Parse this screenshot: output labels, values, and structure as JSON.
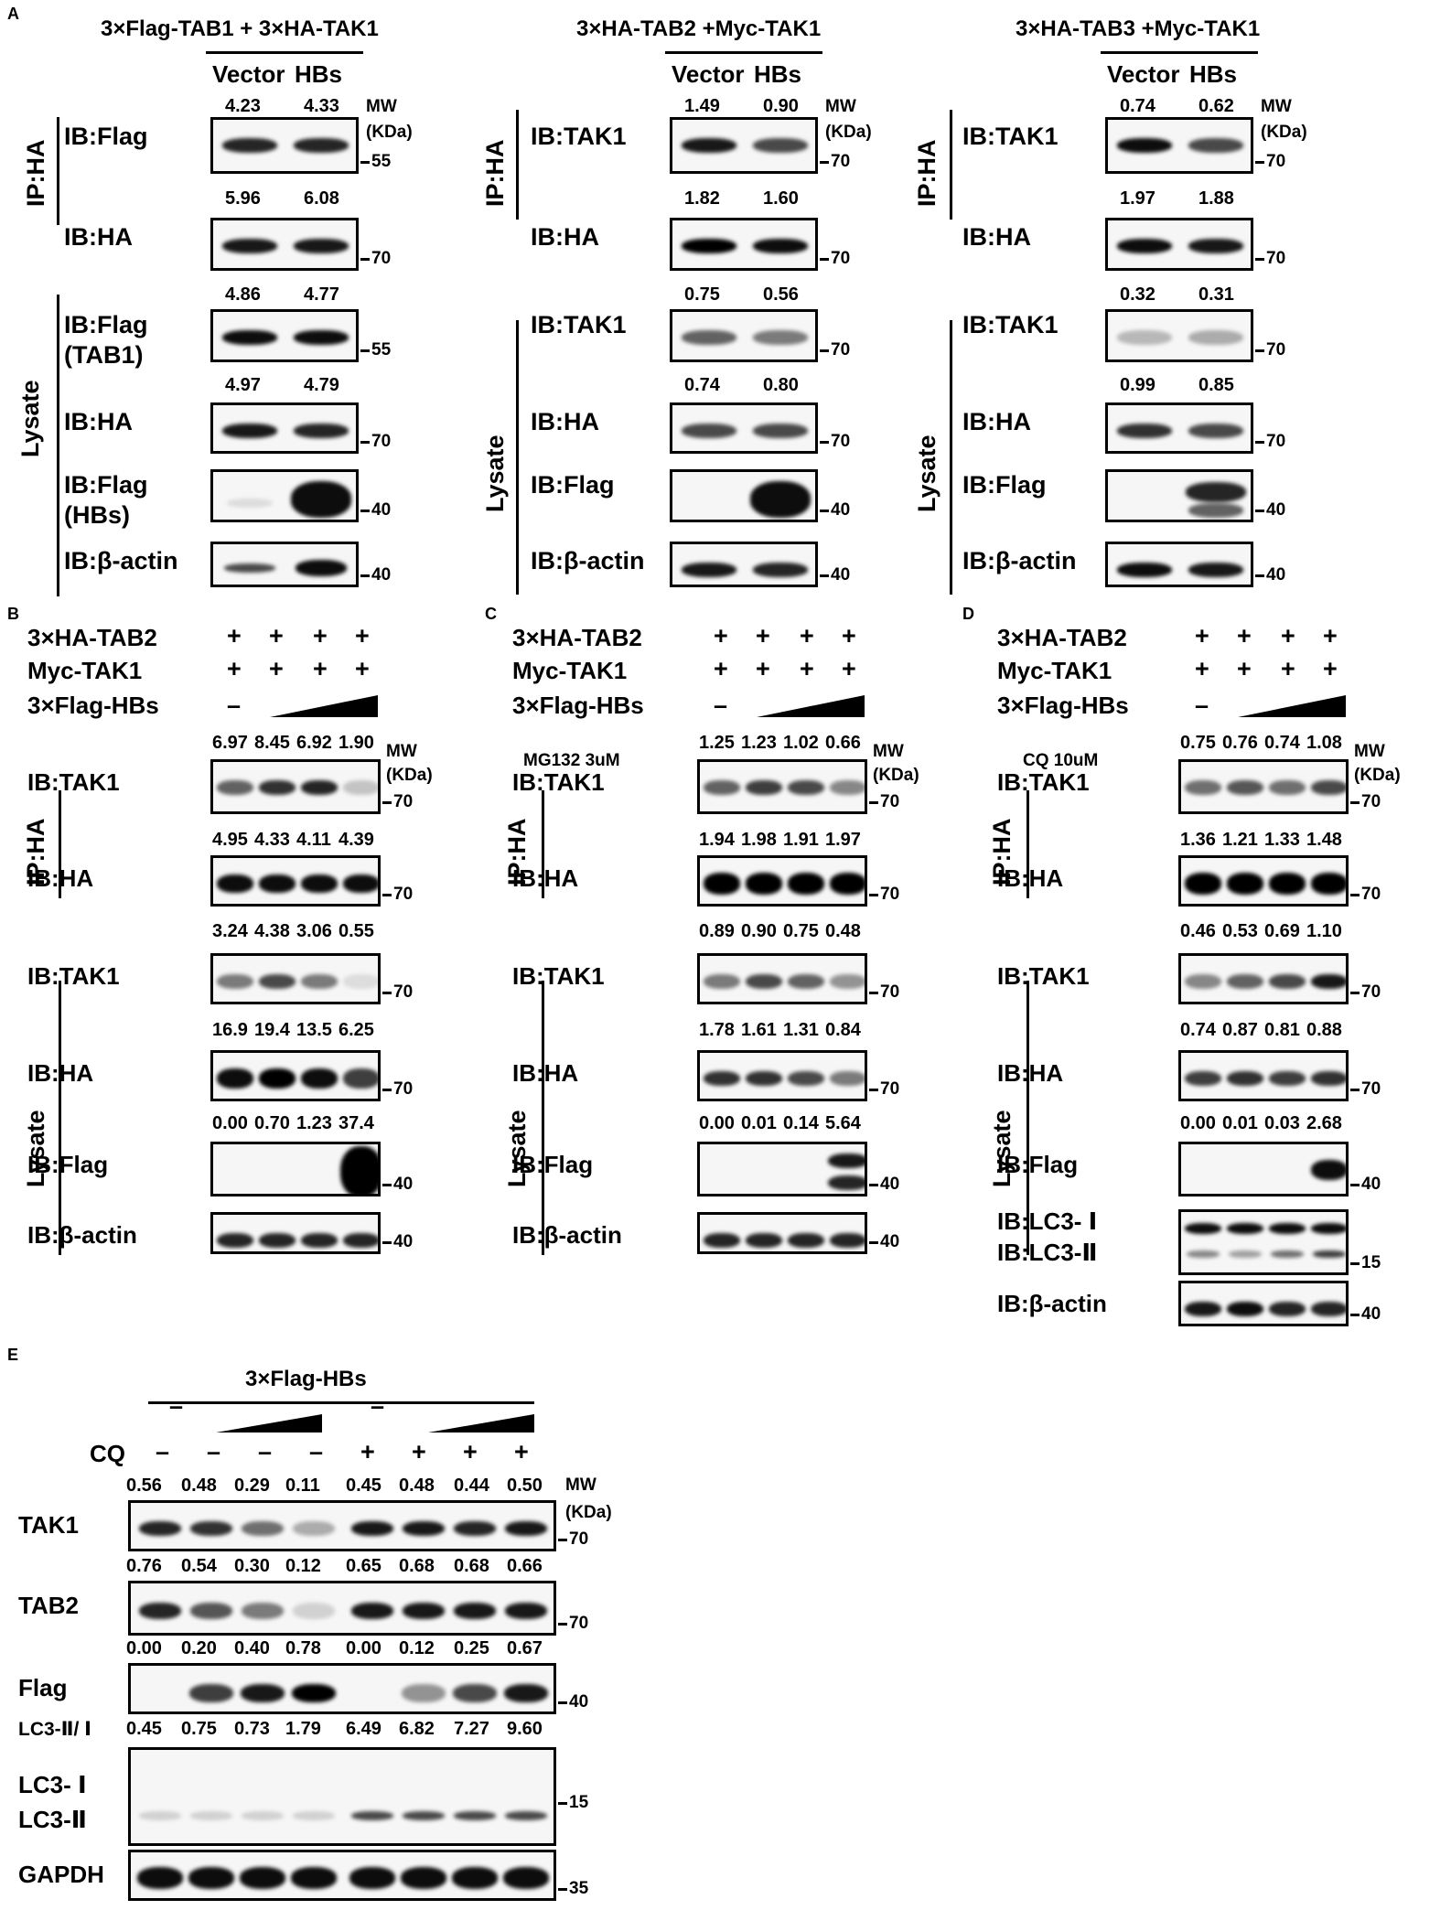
{
  "panel_letters": [
    "A",
    "B",
    "C",
    "D",
    "E"
  ],
  "panelA": {
    "sub1": {
      "title": "3×Flag-TAB1 + 3×HA-TAK1",
      "lanes": [
        "Vector",
        "HBs"
      ],
      "mw_label": "MW",
      "mw_unit": "(KDa)",
      "group_ip": "IP:HA",
      "group_lysate": "Lysate",
      "rows": [
        {
          "label": "IB:Flag",
          "values": [
            "4.23",
            "4.33"
          ],
          "mw": "55"
        },
        {
          "label": "IB:HA",
          "values": [
            "5.96",
            "6.08"
          ],
          "mw": "70"
        },
        {
          "label": "IB:Flag",
          "label2": "(TAB1)",
          "values": [
            "4.86",
            "4.77"
          ],
          "mw": "55"
        },
        {
          "label": "IB:HA",
          "values": [
            "4.97",
            "4.79"
          ],
          "mw": "70"
        },
        {
          "label": "IB:Flag",
          "label2": "(HBs)",
          "mw": "40"
        },
        {
          "label": "IB:β-actin",
          "mw": "40"
        }
      ]
    },
    "sub2": {
      "title": "3×HA-TAB2 +Myc-TAK1",
      "lanes": [
        "Vector",
        "HBs"
      ],
      "rows": [
        {
          "label": "IB:TAK1",
          "values": [
            "1.49",
            "0.90"
          ],
          "mw": "70"
        },
        {
          "label": "IB:HA",
          "values": [
            "1.82",
            "1.60"
          ],
          "mw": "70"
        },
        {
          "label": "IB:TAK1",
          "values": [
            "0.75",
            "0.56"
          ],
          "mw": "70"
        },
        {
          "label": "IB:HA",
          "values": [
            "0.74",
            "0.80"
          ],
          "mw": "70"
        },
        {
          "label": "IB:Flag",
          "mw": "40"
        },
        {
          "label": "IB:β-actin",
          "mw": "40"
        }
      ]
    },
    "sub3": {
      "title": "3×HA-TAB3 +Myc-TAK1",
      "lanes": [
        "Vector",
        "HBs"
      ],
      "rows": [
        {
          "label": "IB:TAK1",
          "values": [
            "0.74",
            "0.62"
          ],
          "mw": "70"
        },
        {
          "label": "IB:HA",
          "values": [
            "1.97",
            "1.88"
          ],
          "mw": "70"
        },
        {
          "label": "IB:TAK1",
          "values": [
            "0.32",
            "0.31"
          ],
          "mw": "70"
        },
        {
          "label": "IB:HA",
          "values": [
            "0.99",
            "0.85"
          ],
          "mw": "70"
        },
        {
          "label": "IB:Flag",
          "mw": "40"
        },
        {
          "label": "IB:β-actin",
          "mw": "40"
        }
      ]
    }
  },
  "panelB": {
    "cond": [
      {
        "name": "3×HA-TAB2",
        "marks": [
          "+",
          "+",
          "+",
          "+"
        ]
      },
      {
        "name": "Myc-TAK1",
        "marks": [
          "+",
          "+",
          "+",
          "+"
        ]
      },
      {
        "name": "3×Flag-HBs",
        "marks": [
          "–"
        ]
      }
    ],
    "rows": [
      {
        "label": "IB:TAK1",
        "values": [
          "6.97",
          "8.45",
          "6.92",
          "1.90"
        ],
        "mw": "70"
      },
      {
        "label": "IB:HA",
        "values": [
          "4.95",
          "4.33",
          "4.11",
          "4.39"
        ],
        "mw": "70"
      },
      {
        "label": "IB:TAK1",
        "values": [
          "3.24",
          "4.38",
          "3.06",
          "0.55"
        ],
        "mw": "70"
      },
      {
        "label": "IB:HA",
        "values": [
          "16.9",
          "19.4",
          "13.5",
          "6.25"
        ],
        "mw": "70"
      },
      {
        "label": "IB:Flag",
        "values": [
          "0.00",
          "0.70",
          "1.23",
          "37.4"
        ],
        "mw": "40"
      },
      {
        "label": "IB:β-actin",
        "mw": "40"
      }
    ]
  },
  "panelC": {
    "treatment": "MG132 3uM",
    "rows": [
      {
        "label": "IB:TAK1",
        "values": [
          "1.25",
          "1.23",
          "1.02",
          "0.66"
        ],
        "mw": "70"
      },
      {
        "label": "IB:HA",
        "values": [
          "1.94",
          "1.98",
          "1.91",
          "1.97"
        ],
        "mw": "70"
      },
      {
        "label": "IB:TAK1",
        "values": [
          "0.89",
          "0.90",
          "0.75",
          "0.48"
        ],
        "mw": "70"
      },
      {
        "label": "IB:HA",
        "values": [
          "1.78",
          "1.61",
          "1.31",
          "0.84"
        ],
        "mw": "70"
      },
      {
        "label": "IB:Flag",
        "values": [
          "0.00",
          "0.01",
          "0.14",
          "5.64"
        ],
        "mw": "40"
      },
      {
        "label": "IB:β-actin",
        "mw": "40"
      }
    ]
  },
  "panelD": {
    "treatment": "CQ 10uM",
    "rows": [
      {
        "label": "IB:TAK1",
        "values": [
          "0.75",
          "0.76",
          "0.74",
          "1.08"
        ],
        "mw": "70"
      },
      {
        "label": "IB:HA",
        "values": [
          "1.36",
          "1.21",
          "1.33",
          "1.48"
        ],
        "mw": "70"
      },
      {
        "label": "IB:TAK1",
        "values": [
          "0.46",
          "0.53",
          "0.69",
          "1.10"
        ],
        "mw": "70"
      },
      {
        "label": "IB:HA",
        "values": [
          "0.74",
          "0.87",
          "0.81",
          "0.88"
        ],
        "mw": "70"
      },
      {
        "label": "IB:Flag",
        "values": [
          "0.00",
          "0.01",
          "0.03",
          "2.68"
        ],
        "mw": "40"
      },
      {
        "label": "IB:LC3- Ⅰ",
        "label2": "IB:LC3-Ⅱ",
        "mw": "15"
      },
      {
        "label": "IB:β-actin",
        "mw": "40"
      }
    ]
  },
  "panelE": {
    "title": "3×Flag-HBs",
    "cq_label": "CQ",
    "hbs_marks": [
      "–",
      "–"
    ],
    "cq_marks": [
      "–",
      "–",
      "–",
      "–",
      "+",
      "+",
      "+",
      "+"
    ],
    "ratio_label": "LC3-Ⅱ/ Ⅰ",
    "rows": [
      {
        "label": "TAK1",
        "values": [
          "0.56",
          "0.48",
          "0.29",
          "0.11",
          "0.45",
          "0.48",
          "0.44",
          "0.50"
        ],
        "mw": "70"
      },
      {
        "label": "TAB2",
        "values": [
          "0.76",
          "0.54",
          "0.30",
          "0.12",
          "0.65",
          "0.68",
          "0.68",
          "0.66"
        ],
        "mw": "70"
      },
      {
        "label": "Flag",
        "values": [
          "0.00",
          "0.20",
          "0.40",
          "0.78",
          "0.00",
          "0.12",
          "0.25",
          "0.67"
        ],
        "mw": "40"
      },
      {
        "label": "LC3- Ⅰ",
        "label2": "LC3-Ⅱ",
        "values": [
          "0.45",
          "0.75",
          "0.73",
          "1.79",
          "6.49",
          "6.82",
          "7.27",
          "9.60"
        ],
        "mw": "15"
      },
      {
        "label": "GAPDH",
        "mw": "35"
      }
    ]
  }
}
